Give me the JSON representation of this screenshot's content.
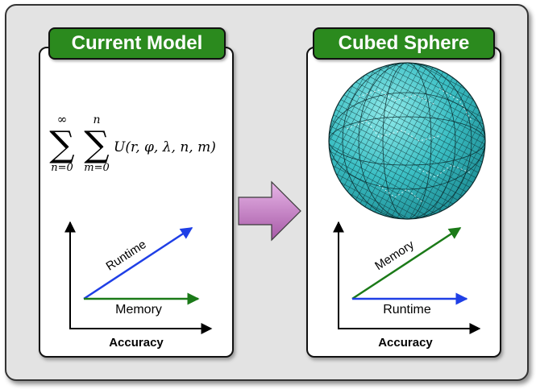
{
  "left_panel": {
    "title": "Current Model",
    "formula": {
      "sum1_upper": "∞",
      "sum1_lower": "n=0",
      "sum2_upper": "n",
      "sum2_lower": "m=0",
      "summand": "U(r, φ, λ, n, m)"
    },
    "graph": {
      "upper_arrow_label": "Runtime",
      "lower_arrow_label": "Memory",
      "x_axis_label": "Accuracy"
    }
  },
  "right_panel": {
    "title": "Cubed Sphere",
    "graph": {
      "upper_arrow_label": "Memory",
      "lower_arrow_label": "Runtime",
      "x_axis_label": "Accuracy"
    }
  },
  "colors": {
    "title_bar": "#2b8a1e",
    "runtime_arrow": "#1f3fe6",
    "memory_arrow": "#1b7a18",
    "transition_arrow": "#c98ac9",
    "sphere_fill": "#3bbfc4"
  },
  "icons": {
    "transition": "right-arrow-icon",
    "sphere": "cubed-sphere-icon"
  }
}
